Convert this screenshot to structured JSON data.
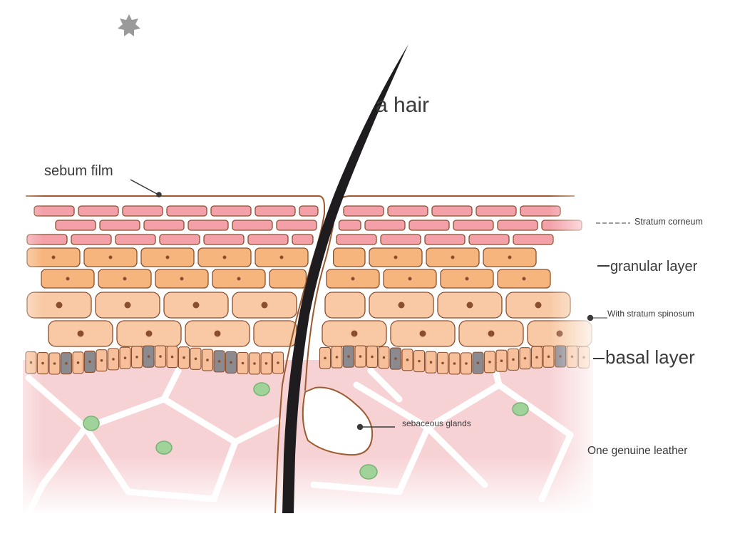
{
  "diagram": {
    "labels": {
      "hair": "a hair",
      "sebum_film": "sebum film",
      "stratum_corneum": "Stratum corneum",
      "granular_layer": "granular layer",
      "stratum_spinosum": "With stratum spinosum",
      "basal_layer": "basal layer",
      "sebaceous_glands": "sebaceous glands",
      "dermis": "One genuine leather"
    },
    "colors": {
      "corneum_cell": "#f4a0a8",
      "granular_cell": "#f7b57e",
      "spinosum_cell": "#f8c9a4",
      "basal_cell": "#f7c09a",
      "melanocyte": "#8a8a8f",
      "cell_outline": "#8a4e2e",
      "dermis": "#f7d2d5",
      "hair": "#1e1c1f",
      "follicle_outline": "#9c5a2e",
      "green_cell": "#9fd39a",
      "label_text": "#3a3a3a"
    },
    "icons": [
      "star-icon"
    ]
  }
}
